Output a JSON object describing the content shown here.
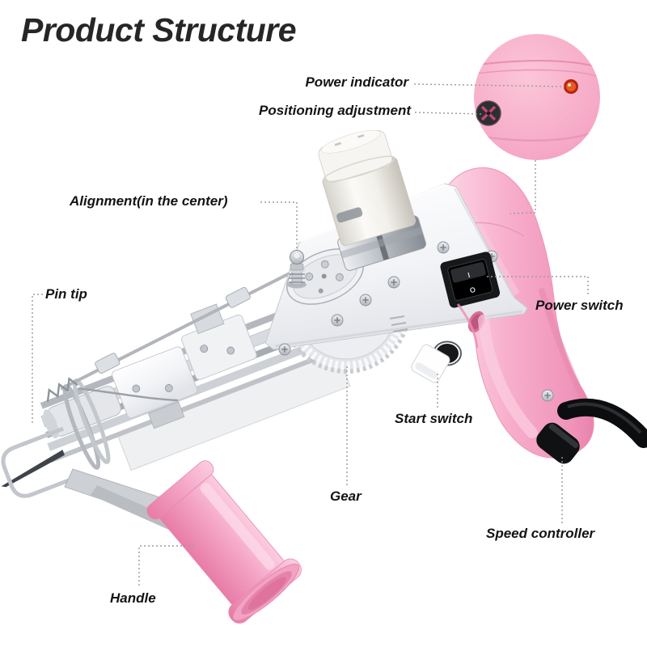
{
  "title": "Product Structure",
  "labels": {
    "power_indicator": "Power indicator",
    "positioning_adjustment": "Positioning adjustment",
    "alignment": "Alignment(in the center)",
    "pin_tip": "Pin tip",
    "power_switch": "Power switch",
    "start_switch": "Start switch",
    "gear": "Gear",
    "speed_controller": "Speed controller",
    "handle": "Handle"
  },
  "power_switch_markings": {
    "on": "I",
    "off": "O"
  },
  "icons": {
    "led": "led-indicator",
    "screw": "adjustment-screw"
  },
  "colors": {
    "background": "#ffffff",
    "pink_shell": "#f6a8c5",
    "pink_handle": "#f29fc1",
    "machine_white": "#f4f5f7",
    "metal": "#c7cacd",
    "switch_black": "#141517",
    "led_red": "#e0492a",
    "label_text": "#141414",
    "leader_line": "#9b9b9b"
  }
}
